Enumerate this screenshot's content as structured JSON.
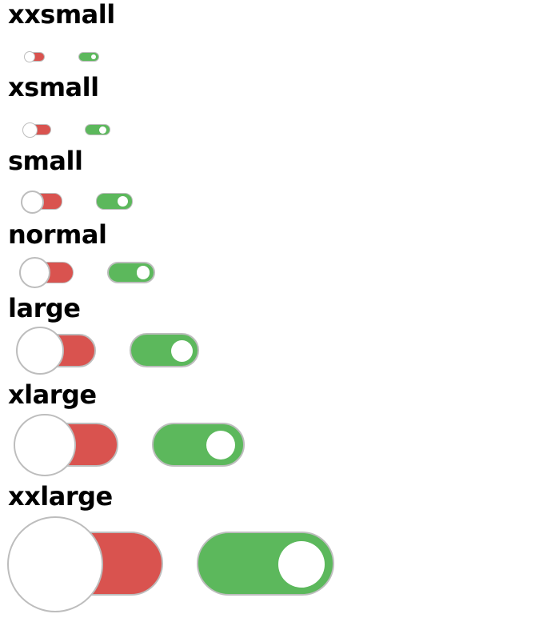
{
  "colors": {
    "off_track": "#d9534f",
    "on_track": "#5cb85c",
    "knob": "#ffffff",
    "border": "#bdbdbd"
  },
  "sizes": [
    {
      "label": "xxsmall",
      "off_state": "off",
      "on_state": "on"
    },
    {
      "label": "xsmall",
      "off_state": "off",
      "on_state": "on"
    },
    {
      "label": "small",
      "off_state": "off",
      "on_state": "on"
    },
    {
      "label": "normal",
      "off_state": "off",
      "on_state": "on"
    },
    {
      "label": "large",
      "off_state": "off",
      "on_state": "on"
    },
    {
      "label": "xlarge",
      "off_state": "off",
      "on_state": "on"
    },
    {
      "label": "xxlarge",
      "off_state": "off",
      "on_state": "on"
    }
  ]
}
